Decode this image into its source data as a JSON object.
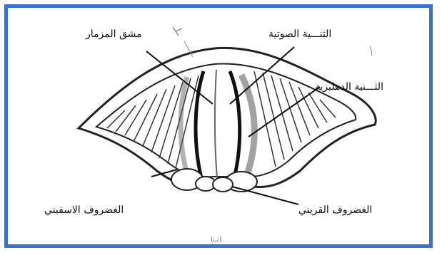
{
  "diagram": {
    "labels": {
      "glottis": "مشق المزمار",
      "vocal_fold": "الثنـــية الصوتية",
      "vestibular_fold": "الثـــنية الدهليزية",
      "arytenoid_cartilage": "الغضروف الاسفيني",
      "corniculate_cartilage": "الغضروف القريني"
    },
    "caption": "(ب)",
    "colors": {
      "frame": "#3a73c9",
      "ink": "#111111",
      "fold": "#bdbdbd"
    }
  }
}
